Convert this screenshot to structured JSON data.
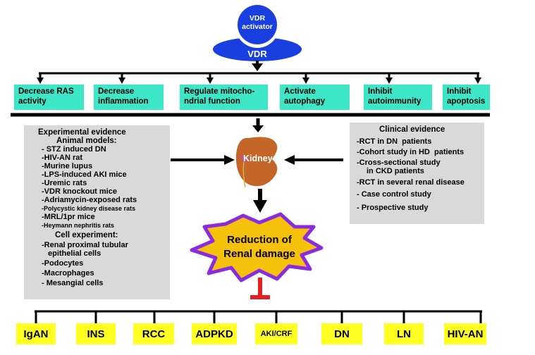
{
  "top": {
    "activator_label_1": "VDR",
    "activator_label_2": "activator",
    "receptor_label": "VDR"
  },
  "mechanisms": [
    {
      "line1": "Decrease RAS",
      "line2": "activity"
    },
    {
      "line1": "Decrease",
      "line2": "inflammation"
    },
    {
      "line1": "Regulate mitocho-",
      "line2": "ndrial function"
    },
    {
      "line1": "Activate",
      "line2": "autophagy"
    },
    {
      "line1": "Inhibit",
      "line2": "autoimmunity"
    },
    {
      "line1": "Inhibit",
      "line2": "apoptosis"
    }
  ],
  "kidney_label": "Kidney",
  "experimental": {
    "title": "Experimental evidence",
    "animal_title": "Animal models:",
    "animal_items": [
      "- STZ induced DN",
      "-HIV-AN rat",
      "-Murine lupus",
      "-LPS-induced AKI mice",
      "-Uremic rats",
      "-VDR knockout mice",
      "-Adriamycin-exposed rats",
      "-Polycystic kidney disease rats",
      "-MRL/1pr mice",
      "-Heymann nephritis rats"
    ],
    "cell_title": "Cell experiment:",
    "cell_items": [
      "-Renal proximal tubular",
      "epithelial cells",
      "-Podocytes",
      "-Macrophages",
      "- Mesangial cells"
    ]
  },
  "clinical": {
    "title": "Clinical evidence",
    "items": [
      "-RCT in DN  patients",
      "-Cohort study in HD  patients",
      "-Cross-sectional study",
      "in CKD patients",
      "-RCT in several renal disease",
      "- Case control study",
      "- Prospective study"
    ]
  },
  "outcome": {
    "line1": "Reduction of",
    "line2": "Renal damage"
  },
  "diseases": [
    "IgAN",
    "INS",
    "RCC",
    "ADPKD",
    "AKI/CRF",
    "DN",
    "LN",
    "HIV-AN"
  ],
  "colors": {
    "vdr_blue": "#1a3fe0",
    "mechanism_box": "#3ee6c8",
    "evidence_box": "#d9d9d9",
    "star_fill": "#f5c10a",
    "star_border": "#8a2be2",
    "inhibit_red": "#e62020",
    "disease_box": "#ffff22",
    "kidney": "#c4662a"
  }
}
